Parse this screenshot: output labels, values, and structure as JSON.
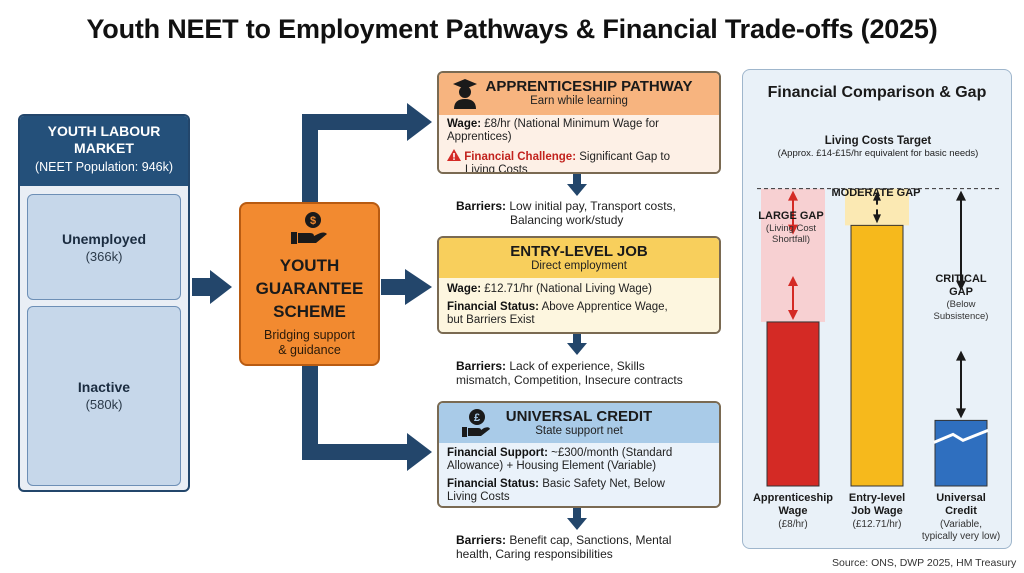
{
  "title": "Youth NEET to Employment Pathways & Financial Trade-offs (2025)",
  "market": {
    "title_line1": "YOUTH LABOUR",
    "title_line2": "MARKET",
    "subtitle": "(NEET Population: 946k)",
    "segments": [
      {
        "name": "Unemployed",
        "value": "(366k)"
      },
      {
        "name": "Inactive",
        "value": "(580k)"
      }
    ]
  },
  "scheme": {
    "title_line1": "YOUTH",
    "title_line2": "GUARANTEE",
    "title_line3": "SCHEME",
    "subtitle_line1": "Bridging support",
    "subtitle_line2": "& guidance",
    "icon": "hand-coin-icon"
  },
  "pathways": [
    {
      "title": "APPRENTICESHIP PATHWAY",
      "subtitle": "Earn while learning",
      "icon": "graduate-icon",
      "line1_label": "Wage:",
      "line1_text_a": "£8/hr (National Minimum Wage for",
      "line1_text_b": "Apprentices)",
      "line2_label": "Financial Challenge:",
      "line2_text_a": "Significant Gap to",
      "line2_text_b": "Living Costs",
      "barrier_label": "Barriers:",
      "barrier_text_a": "Low initial pay, Transport costs,",
      "barrier_text_b": "Balancing work/study"
    },
    {
      "title": "ENTRY-LEVEL JOB",
      "subtitle": "Direct employment",
      "line1_label": "Wage:",
      "line1_text_a": "£12.71/hr (National Living Wage)",
      "line2_label": "Financial Status:",
      "line2_text_a": "Above Apprentice Wage,",
      "line2_text_b": "but Barriers Exist",
      "barrier_label": "Barriers:",
      "barrier_text_a": "Lack of experience, Skills",
      "barrier_text_b": "mismatch, Competition, Insecure contracts"
    },
    {
      "title": "UNIVERSAL CREDIT",
      "subtitle": "State support net",
      "icon": "pound-hand-icon",
      "line1_label": "Financial Support:",
      "line1_text_a": "~£300/month (Standard",
      "line1_text_b": "Allowance) + Housing Element (Variable)",
      "line2_label": "Financial Status:",
      "line2_text_a": "Basic Safety Net, Below",
      "line2_text_b": "Living Costs",
      "barrier_label": "Barriers:",
      "barrier_text_a": "Benefit cap, Sanctions, Mental",
      "barrier_text_b": "health, Caring responsibilities"
    }
  ],
  "chart": {
    "title": "Financial Comparison & Gap",
    "target_title": "Living Costs Target",
    "target_sub": "(Approx. £14-£15/hr equivalent for basic needs)",
    "gaps": [
      {
        "l1": "LARGE GAP",
        "l2": "(Living Cost",
        "l3": "Shortfall)"
      },
      {
        "l1": "MODERATE GAP"
      },
      {
        "l1": "CRITICAL",
        "l2": "GAP",
        "l3": "(Below",
        "l4": "Subsistence)"
      }
    ],
    "bars": [
      {
        "l1": "Apprenticeship",
        "l2": "Wage",
        "l3": "(£8/hr)",
        "color": "#d42a25"
      },
      {
        "l1": "Entry-level",
        "l2": "Job Wage",
        "l3": "(£12.71/hr)",
        "color": "#f6b91c"
      },
      {
        "l1": "Universal",
        "l2": "Credit",
        "l3": "(Variable,",
        "l4": "typically very low)",
        "color": "#2f6fbf"
      }
    ]
  },
  "chart_data": {
    "type": "bar",
    "categories": [
      "Apprenticeship Wage (£8/hr)",
      "Entry-level Job Wage (£12.71/hr)",
      "Universal Credit (Variable, typically very low)"
    ],
    "values": [
      8,
      12.71,
      3.2
    ],
    "reference_line": {
      "label": "Living Costs Target",
      "value": 14.5
    },
    "title": "Financial Comparison & Gap",
    "xlabel": "",
    "ylabel": "",
    "ylim": [
      0,
      15.8
    ],
    "grid": false,
    "legend": "none"
  },
  "source": "Source: ONS, DWP 2025, HM Treasury",
  "colors": {
    "navy": "#23466b",
    "orange": "#f28a30",
    "apprentice_head": "#f7b47f",
    "entry_head": "#f8cf5c",
    "uc_head": "#a9cbe8",
    "arrow": "#23466b"
  }
}
